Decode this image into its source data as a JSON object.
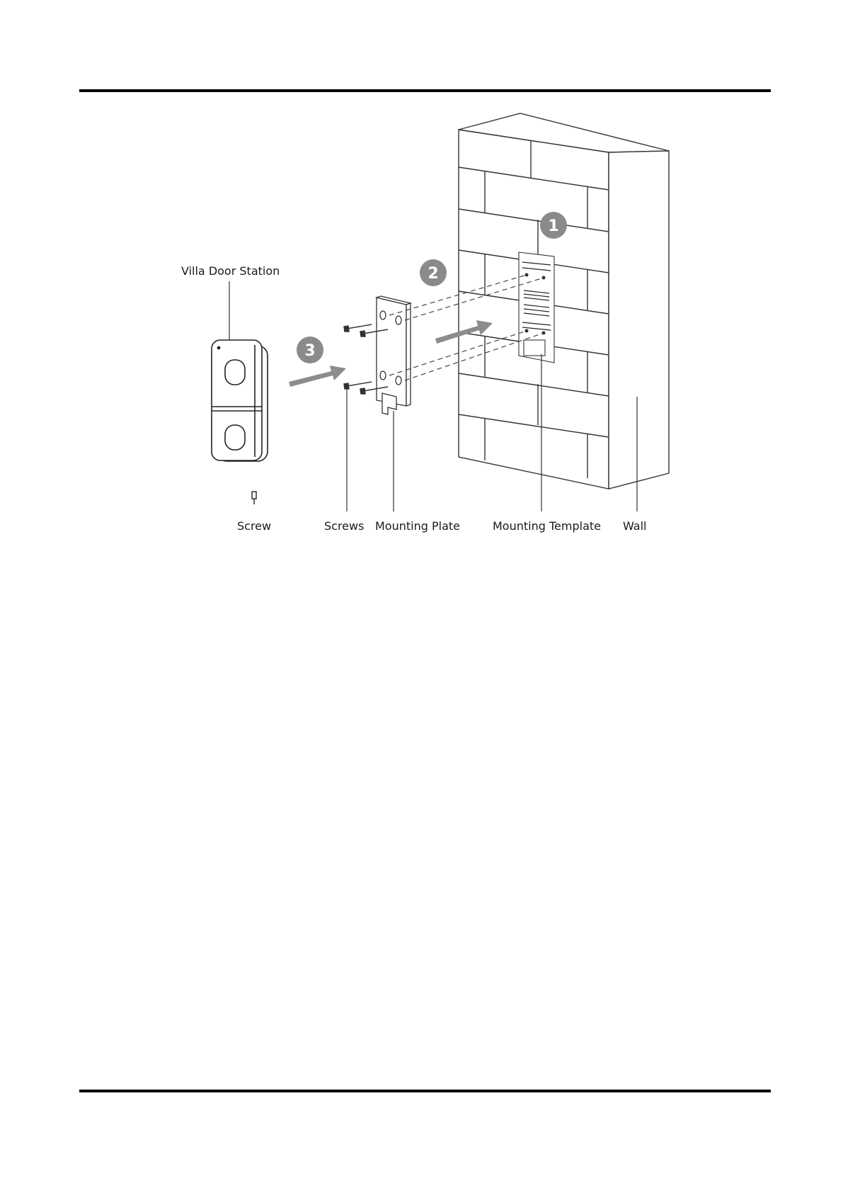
{
  "labels": {
    "villa_door_station": "Villa Door Station",
    "screw": "Screw",
    "screws": "Screws",
    "mounting_plate": "Mounting Plate",
    "mounting_template": "Mounting Template",
    "wall": "Wall"
  },
  "steps": [
    "1",
    "2",
    "3"
  ],
  "colors": {
    "line": "#333333",
    "step_badge": "#8a8a8a",
    "arrow": "#8c8c8c"
  }
}
